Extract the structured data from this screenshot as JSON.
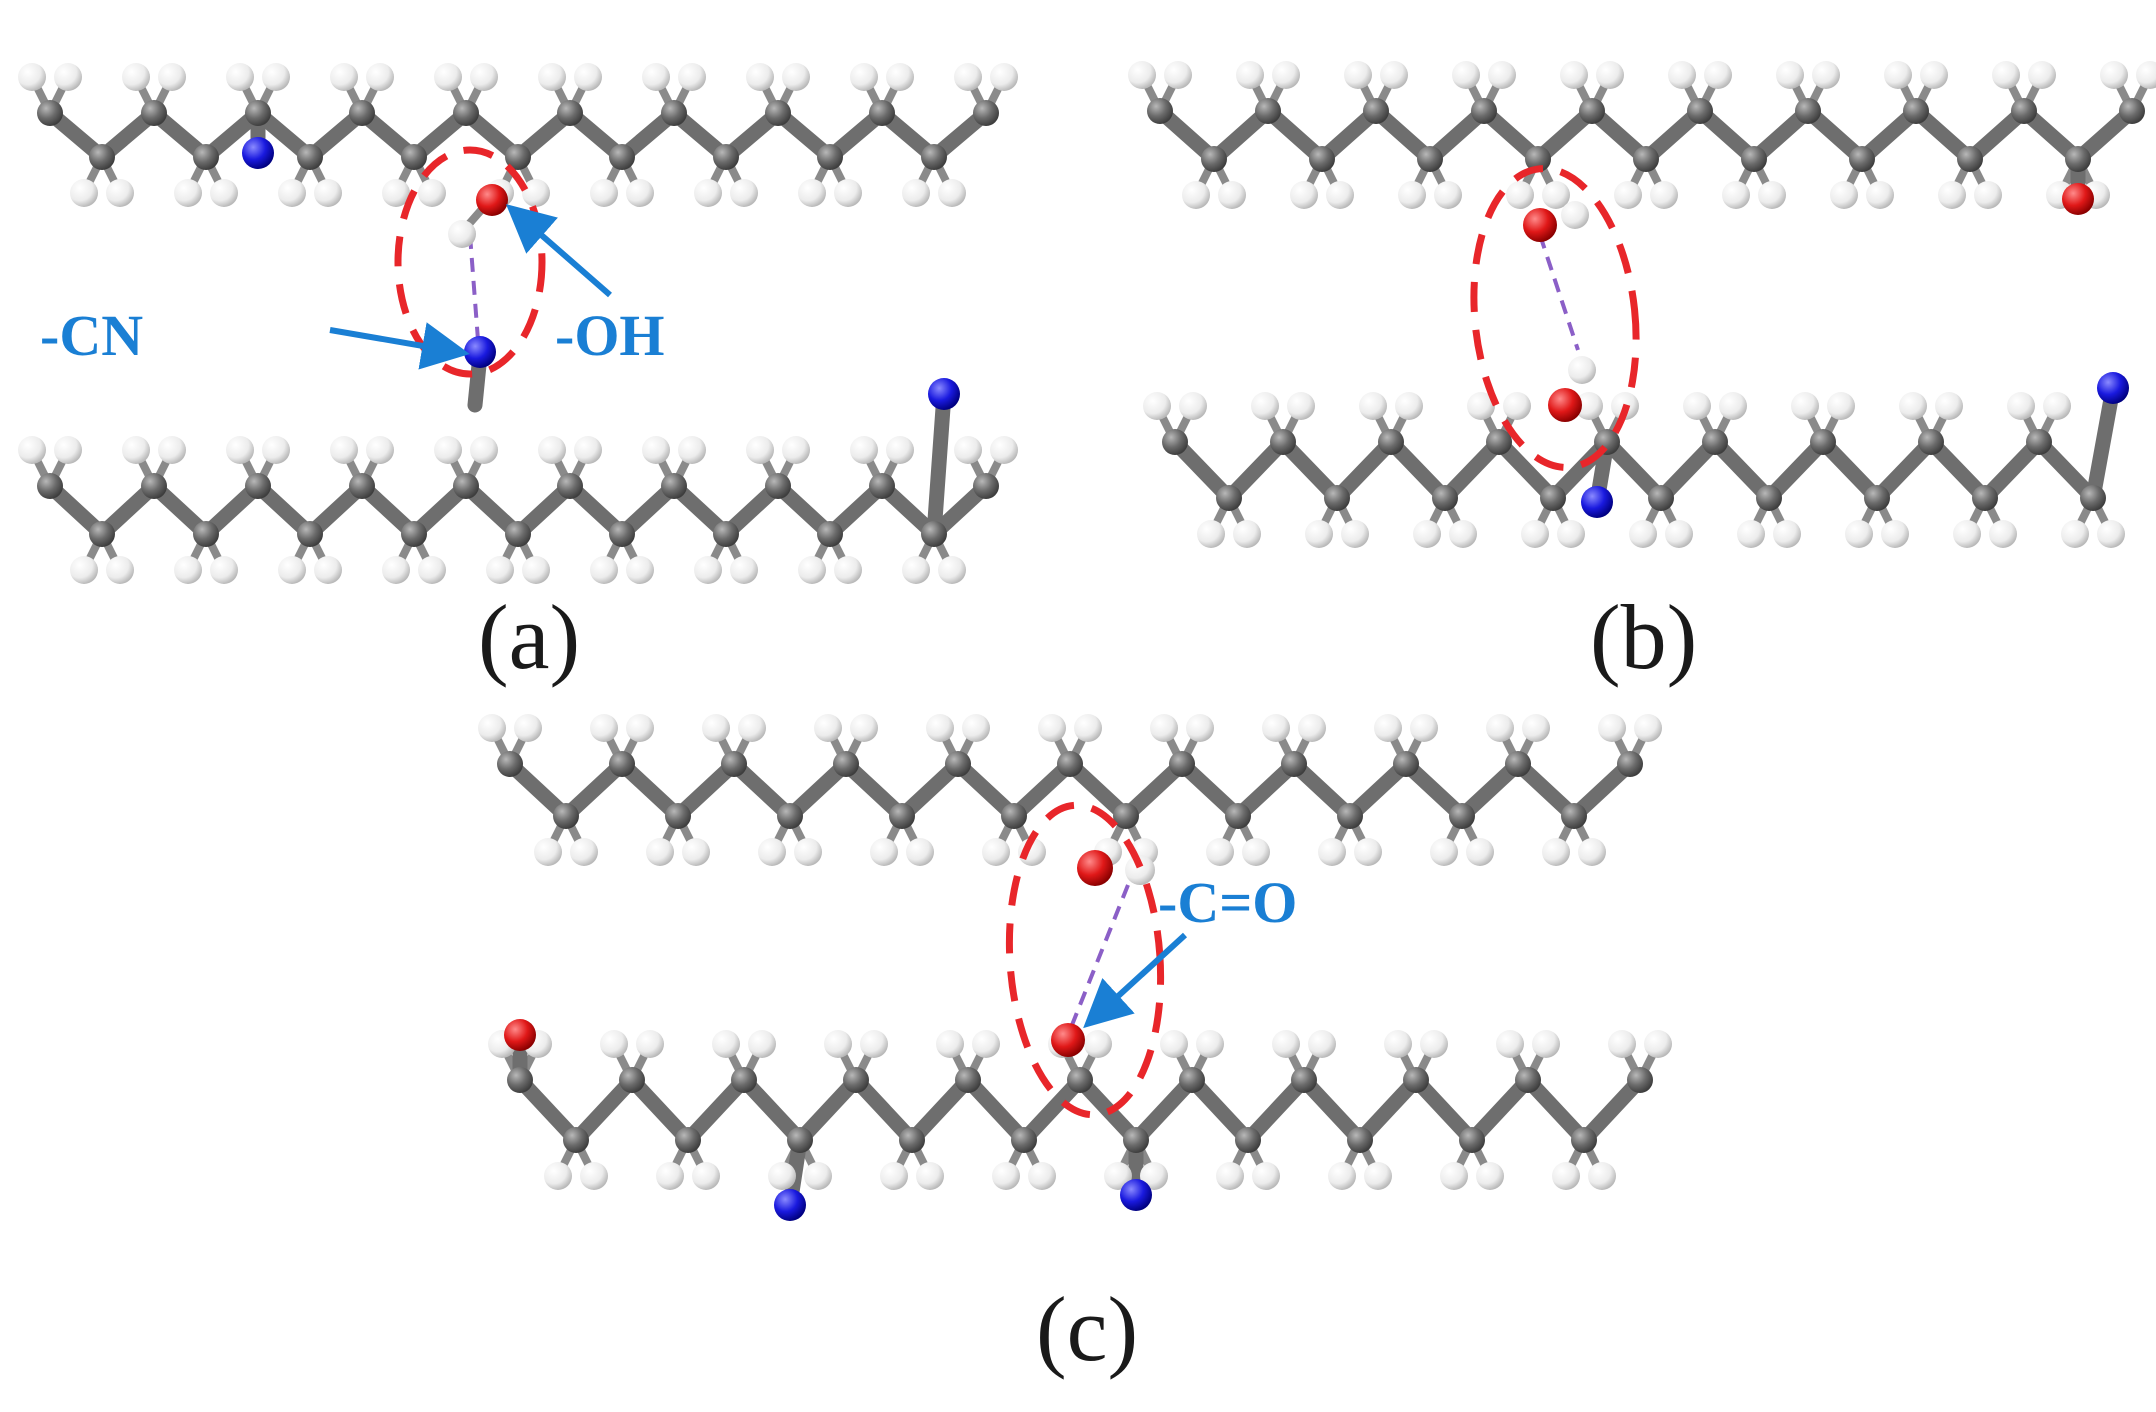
{
  "colors": {
    "carbon": "#6b6b6b",
    "hydrogen": "#f3f3f3",
    "oxygen": "#e01818",
    "nitrogen": "#1a1adf",
    "label_blue": "#1a7fd4",
    "highlight_red": "#e8262a",
    "hbond_purple": "#8b5fc7"
  },
  "panels": {
    "a": {
      "label": "(a)",
      "group_labels": [
        "-CN",
        "-OH"
      ]
    },
    "b": {
      "label": "(b)"
    },
    "c": {
      "label": "(c)",
      "group_labels": [
        "-C=O"
      ]
    }
  }
}
